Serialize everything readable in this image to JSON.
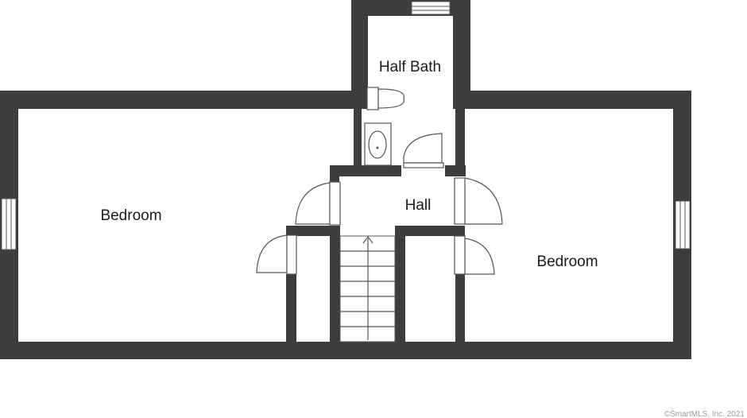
{
  "rooms": {
    "half_bath": "Half Bath",
    "hall": "Hall",
    "bedroom_left": "Bedroom",
    "bedroom_right": "Bedroom"
  },
  "footer": {
    "copyright": "©SmartMLS, Inc. 2021"
  },
  "colors": {
    "wall": "#3d3d3d",
    "background": "#ffffff"
  }
}
